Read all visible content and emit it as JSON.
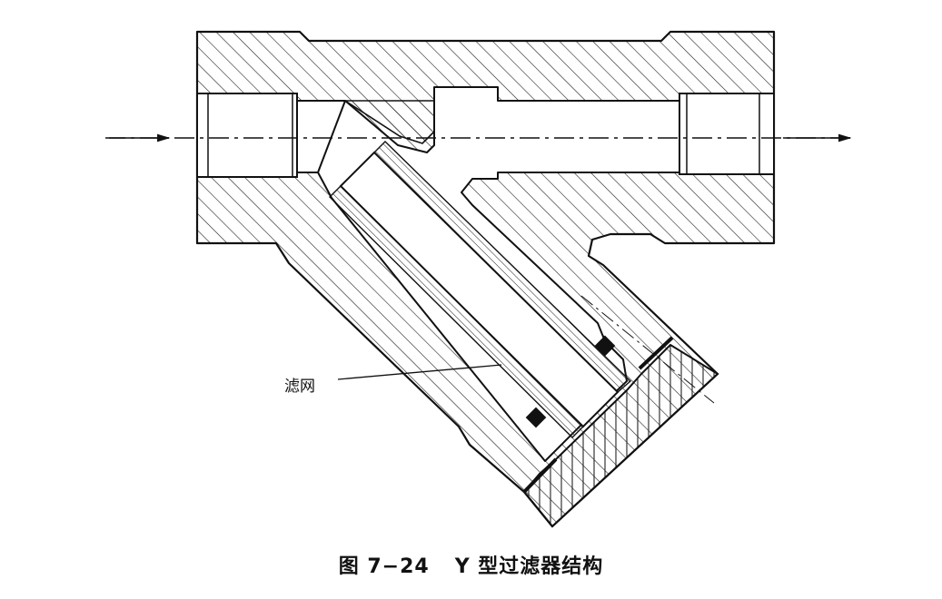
{
  "figure": {
    "callout_label": "滤网",
    "caption_number": "图 7−24",
    "caption_title": "Y 型过滤器结构"
  },
  "colors": {
    "ink": "#111111",
    "paper": "#ffffff"
  }
}
